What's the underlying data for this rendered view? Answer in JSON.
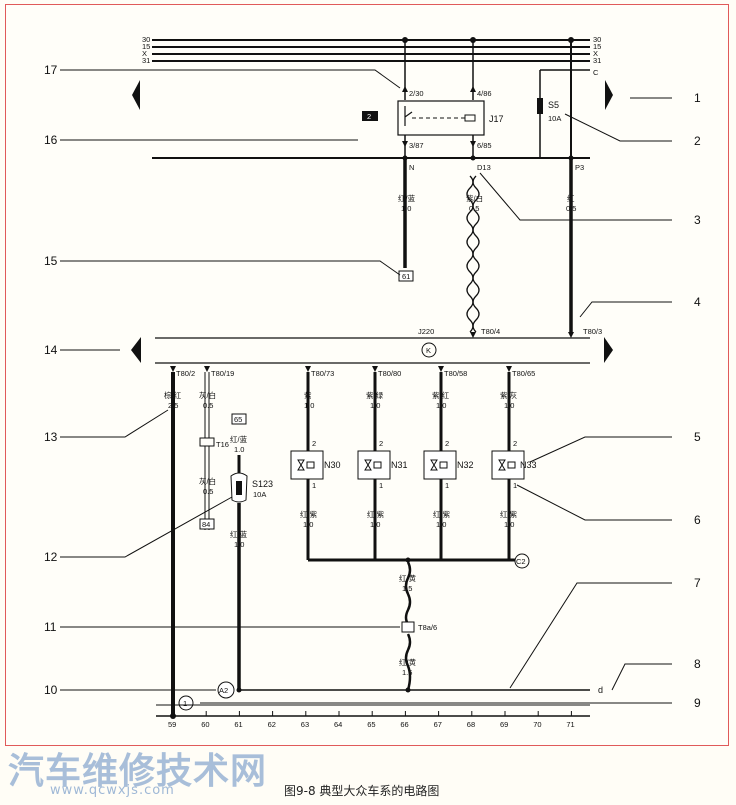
{
  "bus_labels": [
    "30",
    "15",
    "X",
    "31",
    "C"
  ],
  "callouts": [
    "1",
    "2",
    "3",
    "4",
    "5",
    "6",
    "7",
    "8",
    "9",
    "10",
    "11",
    "12",
    "13",
    "14",
    "15",
    "16",
    "17"
  ],
  "relay": {
    "name": "J17",
    "pin_top": "2/30",
    "pin_top2": "4/86",
    "pin_bot": "3/87",
    "pin_bot2": "6/85",
    "marker": "2"
  },
  "fuse_s5": {
    "name": "S5",
    "rating": "10A"
  },
  "rail_labels": {
    "n": "N",
    "d13": "D13",
    "p3": "P3"
  },
  "wires": {
    "w1_color": "红/蓝",
    "w1_size": "1.0",
    "w2_color": "紫/白",
    "w2_size": "0.5",
    "w3_color": "红",
    "w3_size": "0.5"
  },
  "conn_61": "61",
  "ecu": {
    "name": "J220",
    "pin_a": "T80/4",
    "pin_b": "T80/3",
    "symbol": "K"
  },
  "lower_pins": [
    "T80/2",
    "T80/19",
    "T80/73",
    "T80/80",
    "T80/58",
    "T80/65"
  ],
  "lower_wires": [
    {
      "color": "棕/红",
      "size": "2.5"
    },
    {
      "color": "灰/白",
      "size": "0.5"
    },
    {
      "color": "紫",
      "size": "1.0"
    },
    {
      "color": "紫/绿",
      "size": "1.0"
    },
    {
      "color": "紫/红",
      "size": "1.0"
    },
    {
      "color": "紫/灰",
      "size": "1.0"
    }
  ],
  "t16": "T16",
  "t16_wire": {
    "color": "灰/白",
    "size": "0.5"
  },
  "conn_84": "84",
  "conn_65": "65",
  "s123": {
    "name": "S123",
    "rating": "10A",
    "wire_top_color": "红/蓝",
    "wire_top_size": "1.0",
    "wire_bot_color": "红/蓝",
    "wire_bot_size": "1.0"
  },
  "injectors": [
    "N30",
    "N31",
    "N32",
    "N33"
  ],
  "inj_pin_top": "2",
  "inj_pin_bot": "1",
  "inj_out_wire": {
    "color": "红/紫",
    "size": "1.0"
  },
  "c2": "C2",
  "red_yellow": {
    "color": "红/黄",
    "size": "1.5"
  },
  "t_bottom": "T8a/6",
  "a2": "A2",
  "node1": "1",
  "d_label": "d",
  "ground_numbers": [
    "59",
    "60",
    "61",
    "62",
    "63",
    "64",
    "65",
    "66",
    "67",
    "68",
    "69",
    "70",
    "71"
  ],
  "watermark": "汽车维修技术网",
  "watermark_url": "www.qcwxjs.com",
  "caption": "图9-8  典型大众车系的电路图"
}
